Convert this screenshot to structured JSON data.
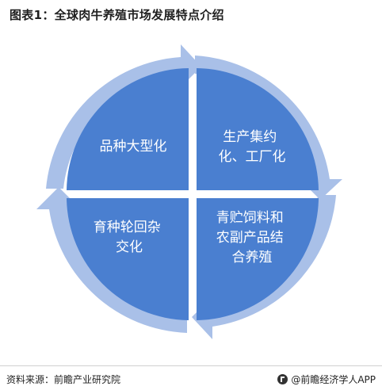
{
  "title": "图表1：全球肉牛养殖市场发展特点介绍",
  "quadrants": [
    {
      "id": "top-left",
      "lines": [
        "品种大型化"
      ]
    },
    {
      "id": "top-right",
      "lines": [
        "生产集约",
        "化、工厂化"
      ]
    },
    {
      "id": "bottom-right",
      "lines": [
        "青贮饲料和",
        "农副产品结",
        "合养殖"
      ]
    },
    {
      "id": "bottom-left",
      "lines": [
        "育种轮回杂",
        "交化"
      ]
    }
  ],
  "footer": {
    "source": "资料来源：前瞻产业研究院",
    "brand": "@前瞻经济学人APP"
  },
  "colors": {
    "quadrant_fill": "#4a7fd0",
    "arrow_fill": "#a9c0e8",
    "text": "#ffffff"
  }
}
